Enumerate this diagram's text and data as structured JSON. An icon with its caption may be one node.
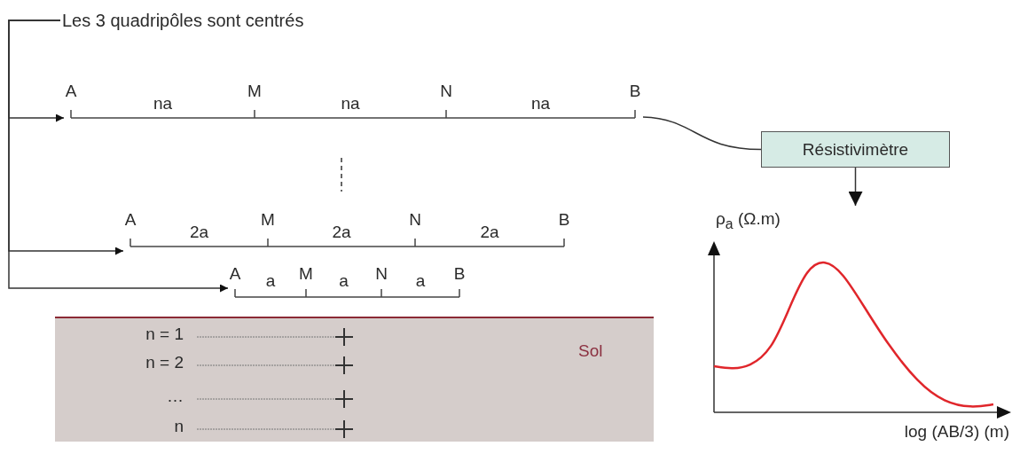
{
  "diagram": {
    "nodes": [
      {
        "text": [
          "Les 3 quadripôles sont centrés"
        ]
      },
      {
        "text": [
          "A",
          "na",
          "M",
          "na",
          "N",
          "na",
          "B"
        ]
      },
      {
        "text": [
          "A",
          "2a",
          "M",
          "2a",
          "N",
          "2a",
          "B"
        ]
      },
      {
        "text": [
          "A",
          "a",
          "M",
          "a",
          "N",
          "a",
          "B"
        ]
      },
      {
        "text": [
          "Résistivimètre"
        ]
      },
      {
        "text": [
          "ρ$_{a}$ (Ω.m)",
          "log (AB/3) (m)"
        ]
      },
      {
        "text": [
          "n = 1",
          "n = 2",
          "…",
          "n",
          "Sol"
        ]
      }
    ],
    "edges": [
      {
        "from": 0,
        "to": 1,
        "arrow": "to"
      },
      {
        "from": 0,
        "to": 2,
        "arrow": "to"
      },
      {
        "from": 0,
        "to": 3,
        "arrow": "to"
      },
      {
        "from": 1,
        "to": 4,
        "arrow": "none"
      },
      {
        "from": 4,
        "to": 5,
        "arrow": "to"
      }
    ]
  }
}
